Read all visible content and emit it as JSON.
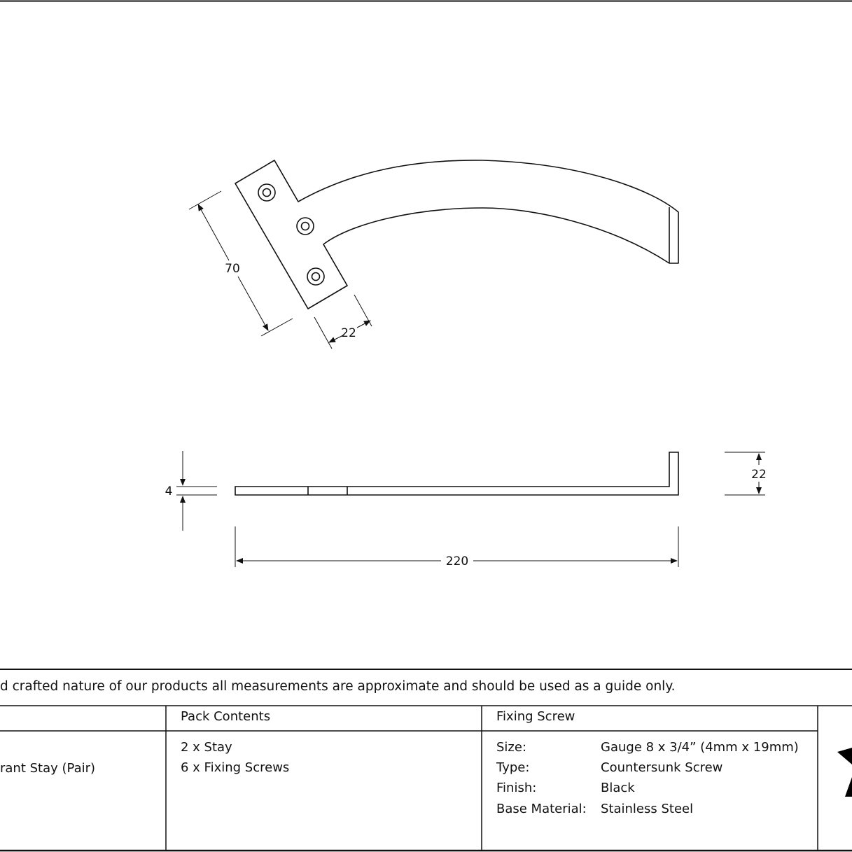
{
  "dimensions": {
    "plate_length": "70",
    "plate_width": "22",
    "thickness": "4",
    "upstand_height": "22",
    "overall_length": "220"
  },
  "note": "d crafted nature of our products all measurements are approximate and should be used as a guide only.",
  "table": {
    "product_header": "",
    "product_name": "rant Stay (Pair)",
    "pack_header": "Pack Contents",
    "pack_items": [
      "2 x Stay",
      "6 x Fixing Screws"
    ],
    "screw_header": "Fixing Screw",
    "screw_specs": [
      {
        "label": "Size:",
        "value": "Gauge 8 x 3/4” (4mm x 19mm)"
      },
      {
        "label": "Type:",
        "value": "Countersunk Screw"
      },
      {
        "label": "Finish:",
        "value": "Black"
      },
      {
        "label": "Base Material:",
        "value": "Stainless Steel"
      }
    ]
  },
  "logo_icon": "black-star-logo-icon"
}
